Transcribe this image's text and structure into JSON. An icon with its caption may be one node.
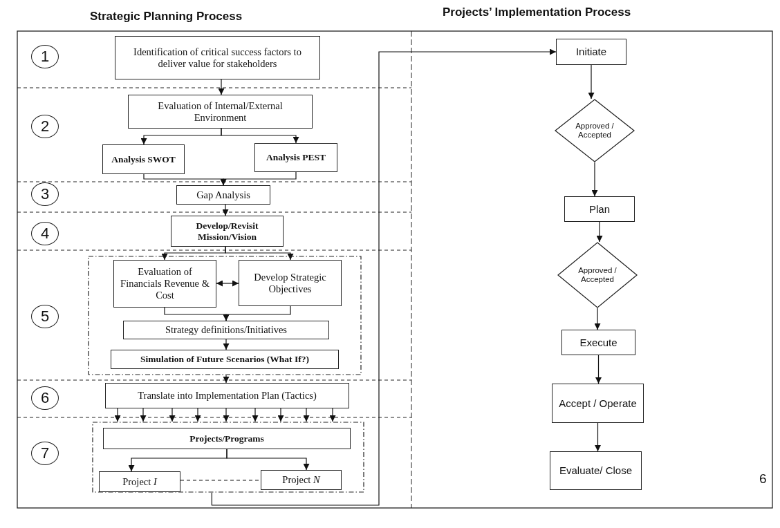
{
  "diagram": {
    "nodes": [
      {
        "text": [
          "1"
        ]
      },
      {
        "text": [
          "Identification of critical success factors to deliver value for stakeholders"
        ]
      },
      {
        "text": [
          "2"
        ]
      },
      {
        "text": [
          "Evaluation of Internal/External Environment"
        ]
      },
      {
        "text": [
          "Analysis SWOT"
        ]
      },
      {
        "text": [
          "Analysis PEST"
        ]
      },
      {
        "text": [
          "3"
        ]
      },
      {
        "text": [
          "Gap Analysis"
        ]
      },
      {
        "text": [
          "4"
        ]
      },
      {
        "text": [
          "Develop/Revisit Mission/Vision"
        ]
      },
      {
        "text": [
          "5"
        ]
      },
      {
        "text": [],
        "shape": "box"
      },
      {
        "text": [
          "Evaluation of Financials Revenue & Cost"
        ],
        "in": 11
      },
      {
        "text": [
          "Develop Strategic Objectives"
        ],
        "in": 11
      },
      {
        "text": [
          "Strategy definitions/Initiatives"
        ],
        "in": 11
      },
      {
        "text": [
          "Simulation of Future Scenarios (What If?)"
        ],
        "in": 11
      },
      {
        "text": [
          "6"
        ]
      },
      {
        "text": [
          "Translate into Implementation Plan (Tactics)"
        ]
      },
      {
        "text": [
          "7"
        ]
      },
      {
        "text": [],
        "shape": "box"
      },
      {
        "text": [
          "Projects/Programs"
        ],
        "in": 19
      },
      {
        "text": [
          "Project *I*"
        ],
        "in": 19
      },
      {
        "text": [
          "Project *N*"
        ],
        "in": 19
      },
      {
        "text": [
          "Initiate"
        ]
      },
      {
        "text": [
          "Approved / Accepted"
        ]
      },
      {
        "text": [
          "Plan"
        ]
      },
      {
        "text": [
          "Approved / Accepted"
        ]
      },
      {
        "text": [
          "Execute"
        ]
      },
      {
        "text": [
          "Accept / Operate"
        ]
      },
      {
        "text": [
          "Evaluate/ Close"
        ]
      }
    ],
    "edges": [
      {
        "from": 1,
        "to": 3,
        "arrow": "to"
      },
      {
        "from": 3,
        "to": 4,
        "arrow": "to"
      },
      {
        "from": 3,
        "to": 5,
        "arrow": "to"
      },
      {
        "from": 4,
        "to": 7,
        "arrow": "to"
      },
      {
        "from": 5,
        "to": 7,
        "arrow": "to"
      },
      {
        "from": 7,
        "to": 9,
        "arrow": "to"
      },
      {
        "from": 9,
        "to": 12,
        "arrow": "to"
      },
      {
        "from": 9,
        "to": 13,
        "arrow": "to"
      },
      {
        "from": 12,
        "to": 13,
        "arrow": "both"
      },
      {
        "from": 12,
        "to": 14,
        "arrow": "to"
      },
      {
        "from": 13,
        "to": 14,
        "arrow": "to"
      },
      {
        "from": 14,
        "to": 15,
        "arrow": "to"
      },
      {
        "from": 11,
        "to": 17,
        "arrow": "to"
      },
      {
        "from": 17,
        "to": 19,
        "arrow": "to"
      },
      {
        "from": 17,
        "to": 19,
        "arrow": "to"
      },
      {
        "from": 17,
        "to": 19,
        "arrow": "to"
      },
      {
        "from": 17,
        "to": 19,
        "arrow": "to"
      },
      {
        "from": 17,
        "to": 19,
        "arrow": "to"
      },
      {
        "from": 17,
        "to": 19,
        "arrow": "to"
      },
      {
        "from": 17,
        "to": 19,
        "arrow": "to"
      },
      {
        "from": 17,
        "to": 19,
        "arrow": "to"
      },
      {
        "from": 17,
        "to": 19,
        "arrow": "to"
      },
      {
        "from": 20,
        "to": 21,
        "arrow": "to"
      },
      {
        "from": 20,
        "to": 22,
        "arrow": "to"
      },
      {
        "from": 21,
        "to": 22,
        "arrow": "none",
        "style": "dashed"
      },
      {
        "from": 19,
        "to": 23,
        "arrow": "to"
      },
      {
        "from": 23,
        "to": 24,
        "arrow": "to"
      },
      {
        "from": 24,
        "to": 25,
        "arrow": "to"
      },
      {
        "from": 25,
        "to": 26,
        "arrow": "to"
      },
      {
        "from": 26,
        "to": 27,
        "arrow": "to"
      },
      {
        "from": 27,
        "to": 28,
        "arrow": "to"
      },
      {
        "from": 28,
        "to": 29,
        "arrow": "to"
      }
    ],
    "labels": [
      "Strategic Planning Process",
      "Projects’ Implementation Process",
      "6"
    ]
  }
}
